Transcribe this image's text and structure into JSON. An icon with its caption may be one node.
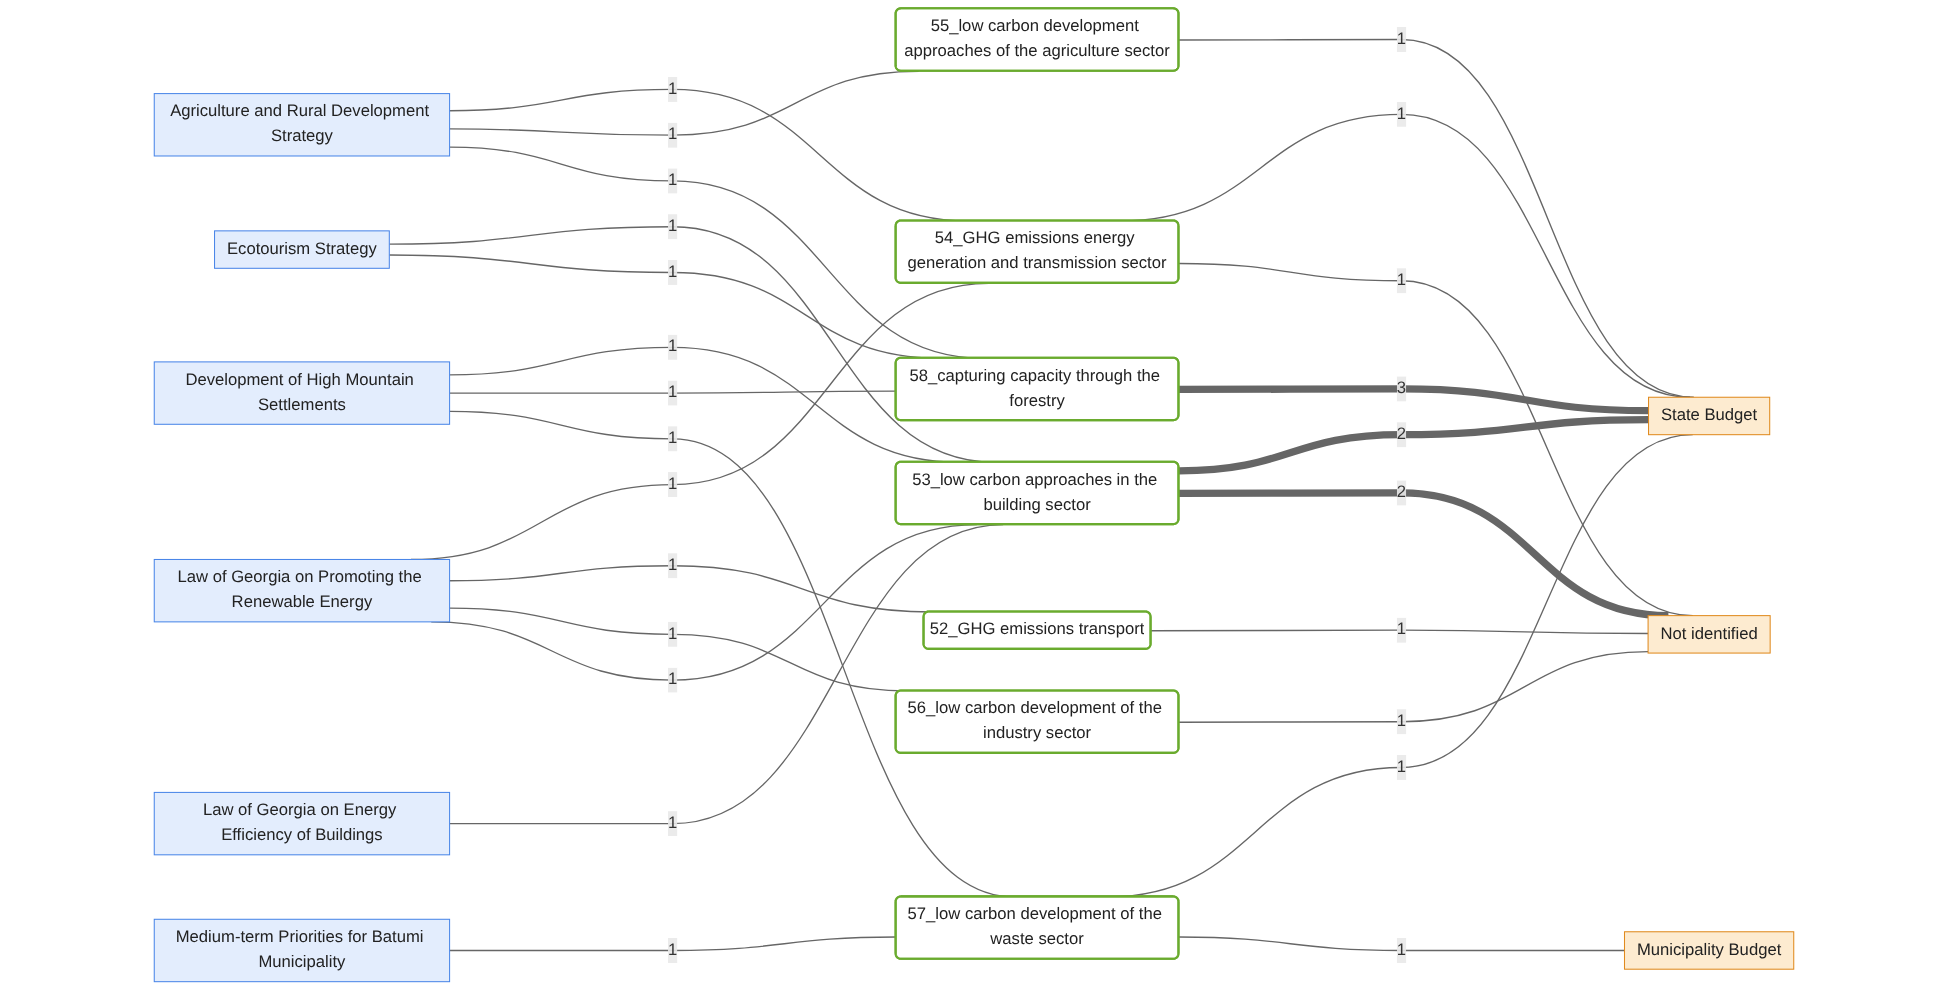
{
  "diagram": {
    "nodes": [
      {
        "text": [
          "Law of Georgia on Promoting the Renewable Energy"
        ]
      },
      {
        "text": [
          "Agriculture and Rural Development Strategy"
        ]
      },
      {
        "text": [
          "Development of High Mountain Settlements"
        ]
      },
      {
        "text": [
          "Law of Georgia on Energy Efficiency of Buildings"
        ]
      },
      {
        "text": [
          "Ecotourism Strategy"
        ]
      },
      {
        "text": [
          "Medium-term Priorities for Batumi Municipality"
        ]
      },
      {
        "text": [
          "54_GHG emissions energy generation and transmission sector"
        ]
      },
      {
        "text": [
          "52_GHG emissions transport"
        ]
      },
      {
        "text": [
          "56_low carbon development of the industry sector"
        ]
      },
      {
        "text": [
          "53_low carbon approaches in the building sector"
        ]
      },
      {
        "text": [
          "55_low carbon development approaches of the agriculture sector"
        ]
      },
      {
        "text": [
          "58_capturing capacity through the forestry"
        ]
      },
      {
        "text": [
          "57_low carbon development of the waste sector"
        ]
      },
      {
        "text": [
          "State Budget"
        ]
      },
      {
        "text": [
          "Not identified"
        ]
      },
      {
        "text": [
          "Municipality Budget"
        ]
      }
    ],
    "edges": [
      {
        "from": 0,
        "to": 6,
        "arrow": "none",
        "label": "1"
      },
      {
        "from": 0,
        "to": 7,
        "arrow": "none",
        "label": "1"
      },
      {
        "from": 0,
        "to": 8,
        "arrow": "none",
        "label": "1"
      },
      {
        "from": 0,
        "to": 9,
        "arrow": "none",
        "label": "1"
      },
      {
        "from": 1,
        "to": 6,
        "arrow": "none",
        "label": "1"
      },
      {
        "from": 1,
        "to": 10,
        "arrow": "none",
        "label": "1"
      },
      {
        "from": 1,
        "to": 11,
        "arrow": "none",
        "label": "1"
      },
      {
        "from": 2,
        "to": 9,
        "arrow": "none",
        "label": "1"
      },
      {
        "from": 2,
        "to": 11,
        "arrow": "none",
        "label": "1"
      },
      {
        "from": 2,
        "to": 12,
        "arrow": "none",
        "label": "1"
      },
      {
        "from": 3,
        "to": 9,
        "arrow": "none",
        "label": "1"
      },
      {
        "from": 4,
        "to": 9,
        "arrow": "none",
        "label": "1"
      },
      {
        "from": 4,
        "to": 11,
        "arrow": "none",
        "label": "1"
      },
      {
        "from": 5,
        "to": 12,
        "arrow": "none",
        "label": "1"
      },
      {
        "from": 6,
        "to": 13,
        "arrow": "none",
        "label": "1"
      },
      {
        "from": 6,
        "to": 14,
        "arrow": "none",
        "label": "1"
      },
      {
        "from": 7,
        "to": 14,
        "arrow": "none",
        "label": "1"
      },
      {
        "from": 8,
        "to": 14,
        "arrow": "none",
        "label": "1"
      },
      {
        "from": 9,
        "to": 13,
        "arrow": "none",
        "label": "2",
        "style": "thick"
      },
      {
        "from": 9,
        "to": 14,
        "arrow": "none",
        "label": "2",
        "style": "thick"
      },
      {
        "from": 10,
        "to": 13,
        "arrow": "none",
        "label": "1"
      },
      {
        "from": 11,
        "to": 13,
        "arrow": "none",
        "label": "3",
        "style": "thick"
      },
      {
        "from": 12,
        "to": 13,
        "arrow": "none",
        "label": "1"
      },
      {
        "from": 12,
        "to": 15,
        "arrow": "none",
        "label": "1"
      }
    ]
  }
}
